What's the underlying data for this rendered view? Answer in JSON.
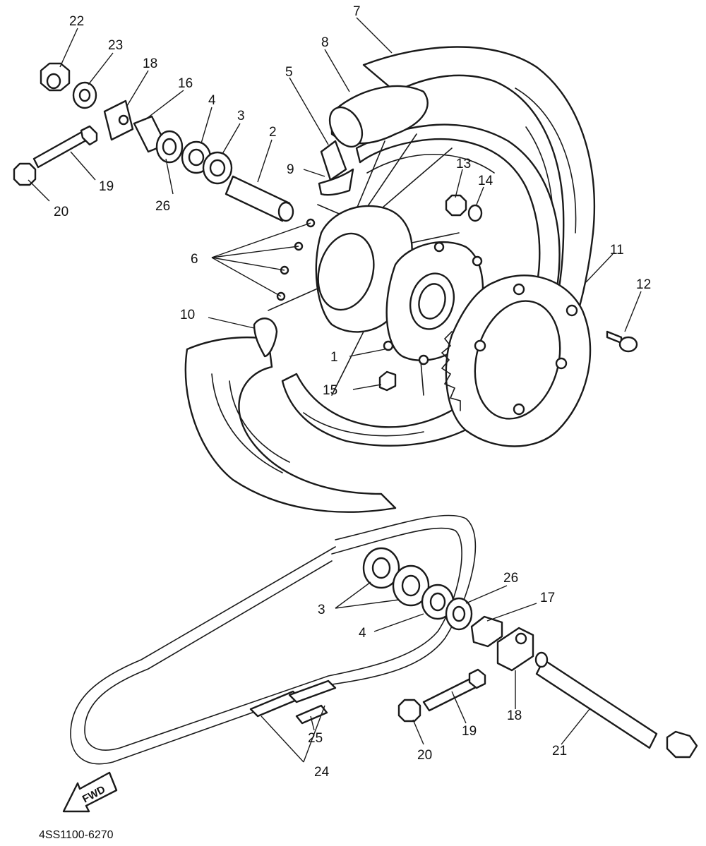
{
  "callouts": {
    "p1": "1",
    "p2": "2",
    "p3a": "3",
    "p3b": "3",
    "p4a": "4",
    "p4b": "4",
    "p5": "5",
    "p6": "6",
    "p7": "7",
    "p8": "8",
    "p9": "9",
    "p10": "10",
    "p11": "11",
    "p12": "12",
    "p13": "13",
    "p14": "14",
    "p15": "15",
    "p16": "16",
    "p17": "17",
    "p18a": "18",
    "p18b": "18",
    "p19a": "19",
    "p19b": "19",
    "p20a": "20",
    "p20b": "20",
    "p21": "21",
    "p22": "22",
    "p23": "23",
    "p24": "24",
    "p25": "25",
    "p26a": "26",
    "p26b": "26"
  },
  "fwd_label": "FWD",
  "diagram_code": "4SS1100-6270"
}
